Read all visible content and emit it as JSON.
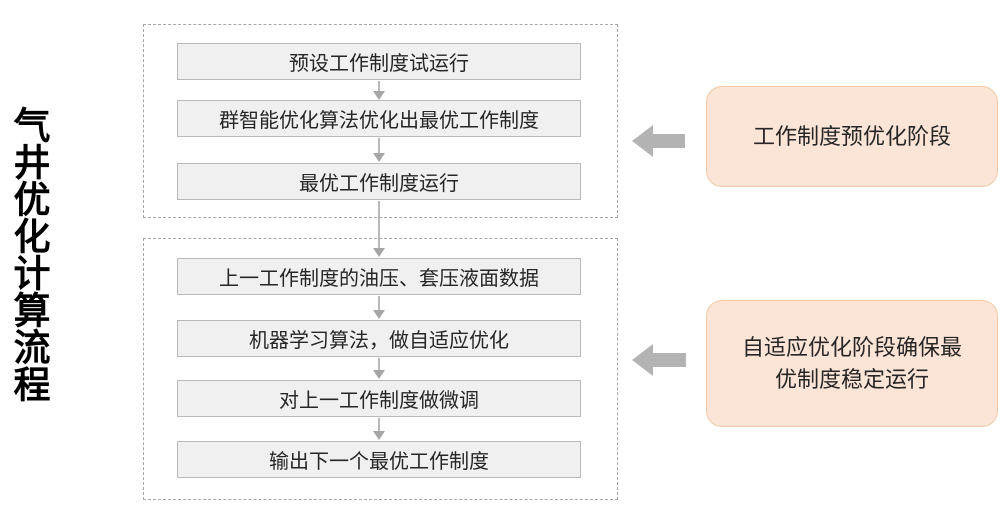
{
  "title": "气井优化计算流程",
  "pre_stage": {
    "steps": [
      "预设工作制度试运行",
      "群智能优化算法优化出最优工作制度",
      "最优工作制度运行"
    ]
  },
  "adaptive_stage": {
    "steps": [
      "上一工作制度的油压、套压液面数据",
      "机器学习算法，做自适应优化",
      "对上一工作制度做微调",
      "输出下一个最优工作制度"
    ]
  },
  "callouts": [
    {
      "label": "工作制度预优化阶段"
    },
    {
      "label": "自适应优化阶段确保最\n优制度稳定运行"
    }
  ],
  "colors": {
    "flow_box_fill": "#f0f0f0",
    "flow_box_border": "#b9b9b9",
    "stage_border": "#a6a6a6",
    "connector_arrow": "#a6a6a6",
    "block_arrow": "#b3b3b3",
    "callout_fill": "#fce4d6",
    "callout_border": "#f6c9a8",
    "text": "#262626"
  }
}
